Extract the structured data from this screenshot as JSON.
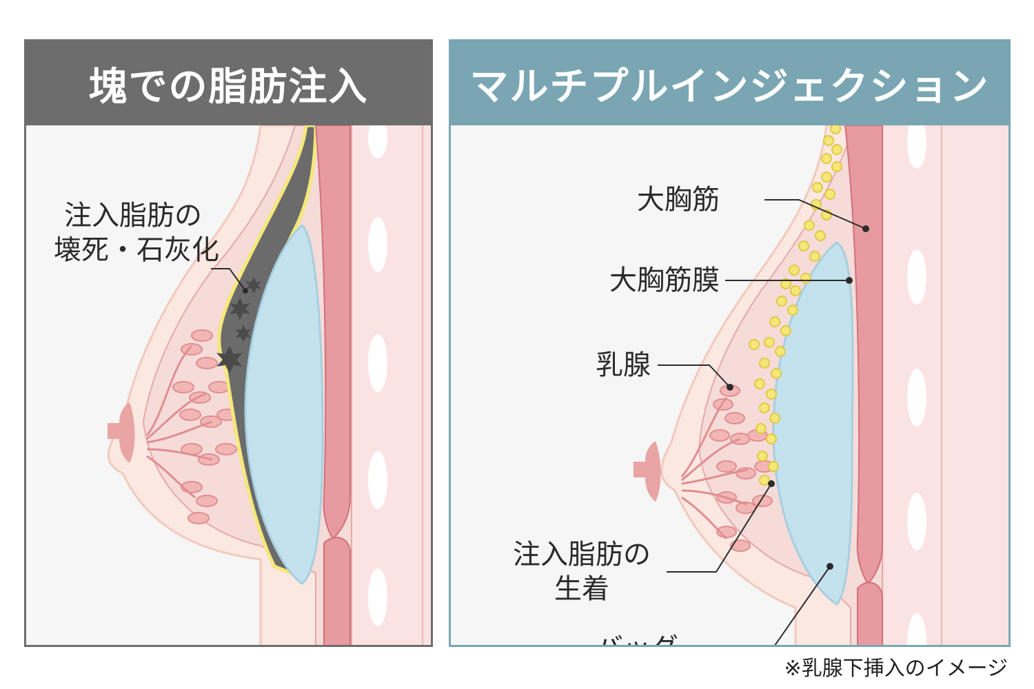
{
  "panels": {
    "left": {
      "title": "塊での脂肪注入",
      "label_necrosis_1": "注入脂肪の",
      "label_necrosis_2": "壊死・石灰化"
    },
    "right": {
      "title": "マルチプルインジェクション",
      "label_pectoralis": "大胸筋",
      "label_fascia": "大胸筋膜",
      "label_mammary": "乳腺",
      "label_engraft_1": "注入脂肪の",
      "label_engraft_2": "生着",
      "label_bag": "バッグ"
    }
  },
  "footnote": "※乳腺下挿入のイメージ",
  "colors": {
    "left_header": "#6d6d6d",
    "right_header": "#7aa6b3",
    "skin": "#fbe8e1",
    "muscle": "#e79aa0",
    "implant": "#c4e2ee",
    "fat_yellow": "#f5e87a",
    "necrosis": "#6b6b6b"
  }
}
